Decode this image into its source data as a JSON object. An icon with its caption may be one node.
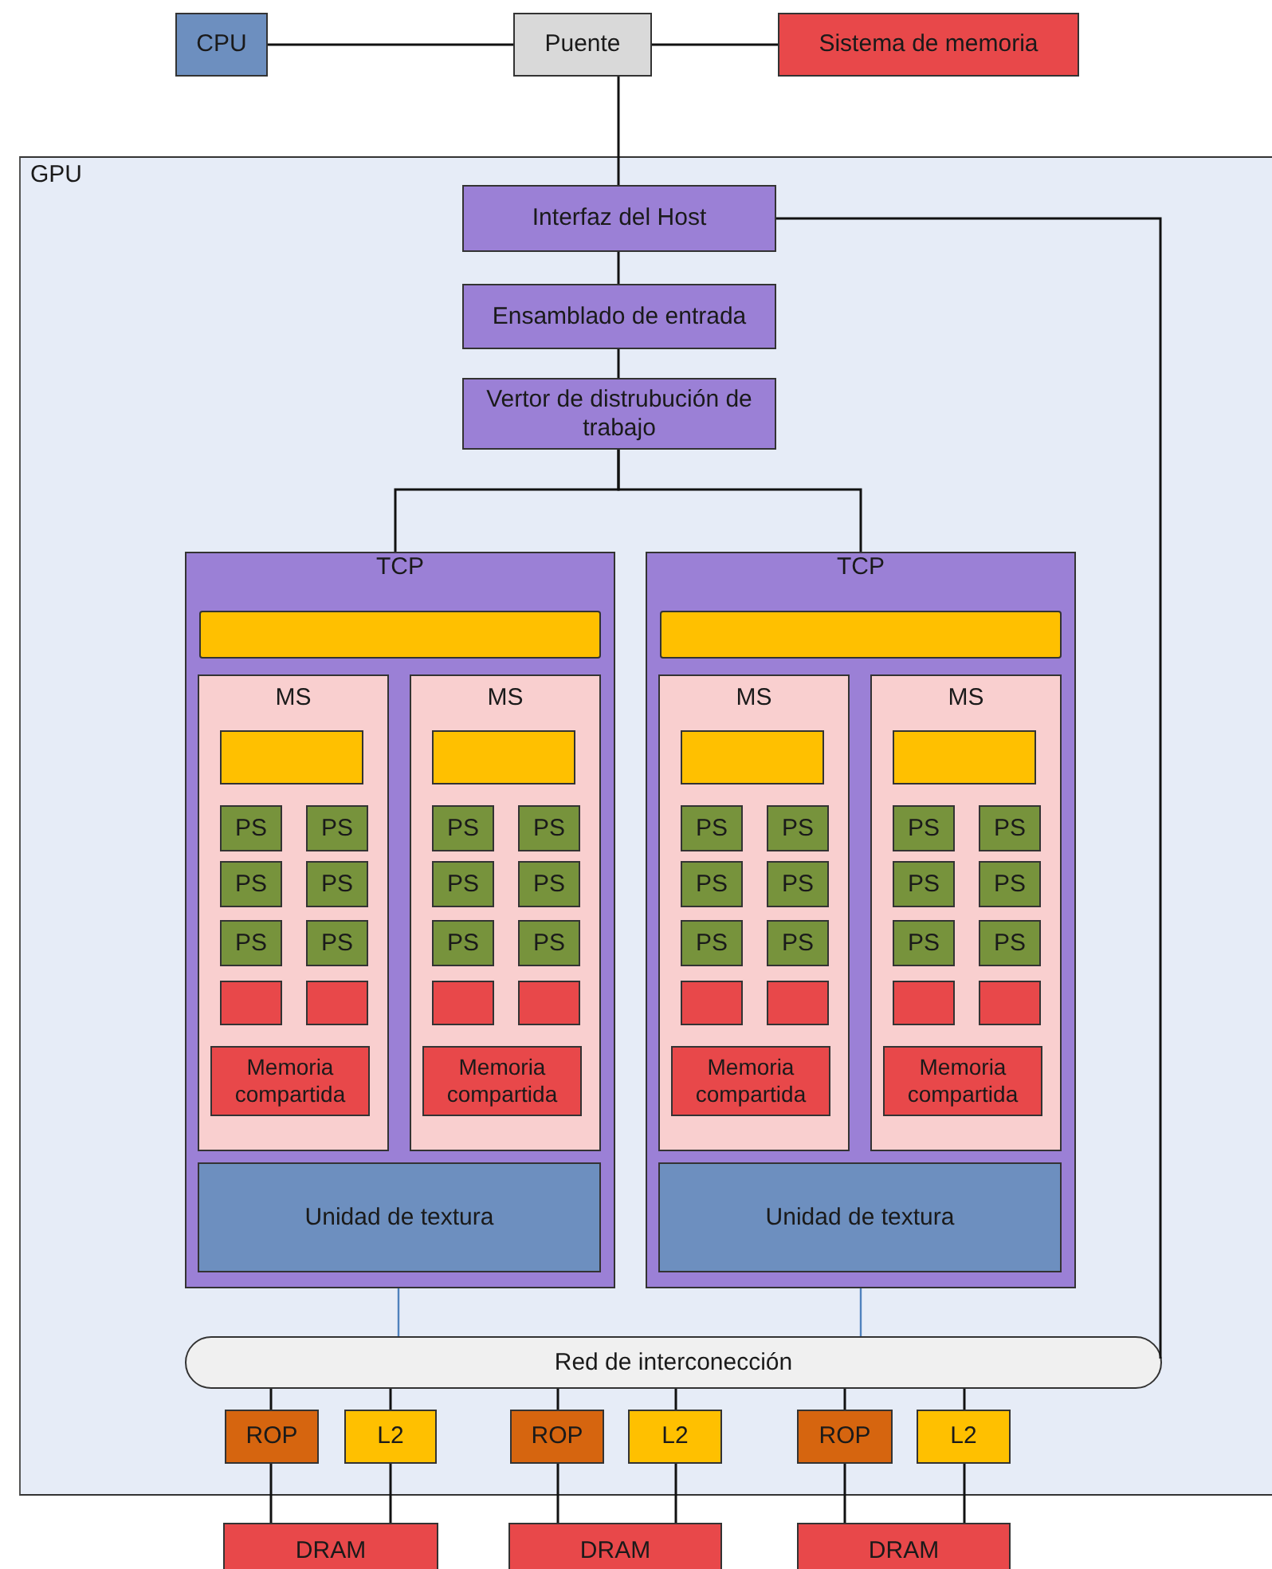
{
  "diagram": {
    "nodes": [
      {
        "text": [
          "CPU"
        ]
      },
      {
        "text": [
          "Puente"
        ]
      },
      {
        "text": [
          "Sistema de memoria"
        ]
      },
      {
        "text": [
          "GPU"
        ]
      },
      {
        "text": [
          "Interfaz del Host"
        ],
        "in": 3
      },
      {
        "text": [
          "Ensamblado de entrada"
        ],
        "in": 3
      },
      {
        "text": [
          "Vertor de distrubución de trabajo"
        ],
        "in": 3
      },
      {
        "text": [
          "TCP"
        ],
        "in": 3
      },
      {
        "text": [],
        "shape": "bar",
        "in": 7
      },
      {
        "text": [
          "MS"
        ],
        "in": 7
      },
      {
        "text": [],
        "shape": "box",
        "in": 9
      },
      {
        "text": [
          "PS"
        ],
        "in": 9
      },
      {
        "text": [
          "PS"
        ],
        "in": 9
      },
      {
        "text": [
          "PS"
        ],
        "in": 9
      },
      {
        "text": [
          "PS"
        ],
        "in": 9
      },
      {
        "text": [
          "PS"
        ],
        "in": 9
      },
      {
        "text": [
          "PS"
        ],
        "in": 9
      },
      {
        "text": [],
        "shape": "box",
        "in": 9
      },
      {
        "text": [],
        "shape": "box",
        "in": 9
      },
      {
        "text": [
          "Memoria compartida"
        ],
        "in": 9
      },
      {
        "text": [
          "MS"
        ],
        "in": 7
      },
      {
        "text": [],
        "shape": "box",
        "in": 20
      },
      {
        "text": [
          "PS"
        ],
        "in": 20
      },
      {
        "text": [
          "PS"
        ],
        "in": 20
      },
      {
        "text": [
          "PS"
        ],
        "in": 20
      },
      {
        "text": [
          "PS"
        ],
        "in": 20
      },
      {
        "text": [
          "PS"
        ],
        "in": 20
      },
      {
        "text": [
          "PS"
        ],
        "in": 20
      },
      {
        "text": [],
        "shape": "box",
        "in": 20
      },
      {
        "text": [],
        "shape": "box",
        "in": 20
      },
      {
        "text": [
          "Memoria compartida"
        ],
        "in": 20
      },
      {
        "text": [
          "Unidad de textura"
        ],
        "in": 7
      },
      {
        "text": [
          "TCP"
        ],
        "in": 3
      },
      {
        "text": [],
        "shape": "bar",
        "in": 32
      },
      {
        "text": [
          "MS"
        ],
        "in": 32
      },
      {
        "text": [],
        "shape": "box",
        "in": 34
      },
      {
        "text": [
          "PS"
        ],
        "in": 34
      },
      {
        "text": [
          "PS"
        ],
        "in": 34
      },
      {
        "text": [
          "PS"
        ],
        "in": 34
      },
      {
        "text": [
          "PS"
        ],
        "in": 34
      },
      {
        "text": [
          "PS"
        ],
        "in": 34
      },
      {
        "text": [
          "PS"
        ],
        "in": 34
      },
      {
        "text": [],
        "shape": "box",
        "in": 34
      },
      {
        "text": [],
        "shape": "box",
        "in": 34
      },
      {
        "text": [
          "Memoria compartida"
        ],
        "in": 34
      },
      {
        "text": [
          "MS"
        ],
        "in": 32
      },
      {
        "text": [],
        "shape": "box",
        "in": 45
      },
      {
        "text": [
          "PS"
        ],
        "in": 45
      },
      {
        "text": [
          "PS"
        ],
        "in": 45
      },
      {
        "text": [
          "PS"
        ],
        "in": 45
      },
      {
        "text": [
          "PS"
        ],
        "in": 45
      },
      {
        "text": [
          "PS"
        ],
        "in": 45
      },
      {
        "text": [
          "PS"
        ],
        "in": 45
      },
      {
        "text": [],
        "shape": "box",
        "in": 45
      },
      {
        "text": [],
        "shape": "box",
        "in": 45
      },
      {
        "text": [
          "Memoria compartida"
        ],
        "in": 45
      },
      {
        "text": [
          "Unidad de textura"
        ],
        "in": 32
      },
      {
        "text": [
          "Red de interconección"
        ],
        "in": 3
      },
      {
        "text": [
          "ROP"
        ],
        "in": 3
      },
      {
        "text": [
          "L2"
        ],
        "in": 3
      },
      {
        "text": [
          "ROP"
        ],
        "in": 3
      },
      {
        "text": [
          "L2"
        ],
        "in": 3
      },
      {
        "text": [
          "ROP"
        ],
        "in": 3
      },
      {
        "text": [
          "L2"
        ],
        "in": 3
      },
      {
        "text": [
          "DRAM"
        ]
      },
      {
        "text": [
          "DRAM"
        ]
      },
      {
        "text": [
          "DRAM"
        ]
      }
    ],
    "edges": [
      {
        "from": 0,
        "to": 1,
        "arrow": "none"
      },
      {
        "from": 1,
        "to": 2,
        "arrow": "none"
      },
      {
        "from": 1,
        "to": 4,
        "arrow": "none"
      },
      {
        "from": 4,
        "to": 5,
        "arrow": "none"
      },
      {
        "from": 5,
        "to": 6,
        "arrow": "none"
      },
      {
        "from": 6,
        "to": 7,
        "arrow": "none"
      },
      {
        "from": 6,
        "to": 32,
        "arrow": "none"
      },
      {
        "from": 4,
        "to": 57,
        "arrow": "none"
      },
      {
        "from": 7,
        "to": 57,
        "arrow": "none",
        "color": "#4f81bd"
      },
      {
        "from": 32,
        "to": 57,
        "arrow": "none",
        "color": "#4f81bd"
      },
      {
        "from": 57,
        "to": 58,
        "arrow": "none"
      },
      {
        "from": 57,
        "to": 59,
        "arrow": "none"
      },
      {
        "from": 57,
        "to": 60,
        "arrow": "none"
      },
      {
        "from": 57,
        "to": 61,
        "arrow": "none"
      },
      {
        "from": 57,
        "to": 62,
        "arrow": "none"
      },
      {
        "from": 57,
        "to": 63,
        "arrow": "none"
      },
      {
        "from": 58,
        "to": 64,
        "arrow": "none"
      },
      {
        "from": 59,
        "to": 64,
        "arrow": "none"
      },
      {
        "from": 60,
        "to": 65,
        "arrow": "none"
      },
      {
        "from": 61,
        "to": 65,
        "arrow": "none"
      },
      {
        "from": 62,
        "to": 66,
        "arrow": "none"
      },
      {
        "from": 63,
        "to": 66,
        "arrow": "none"
      }
    ]
  }
}
